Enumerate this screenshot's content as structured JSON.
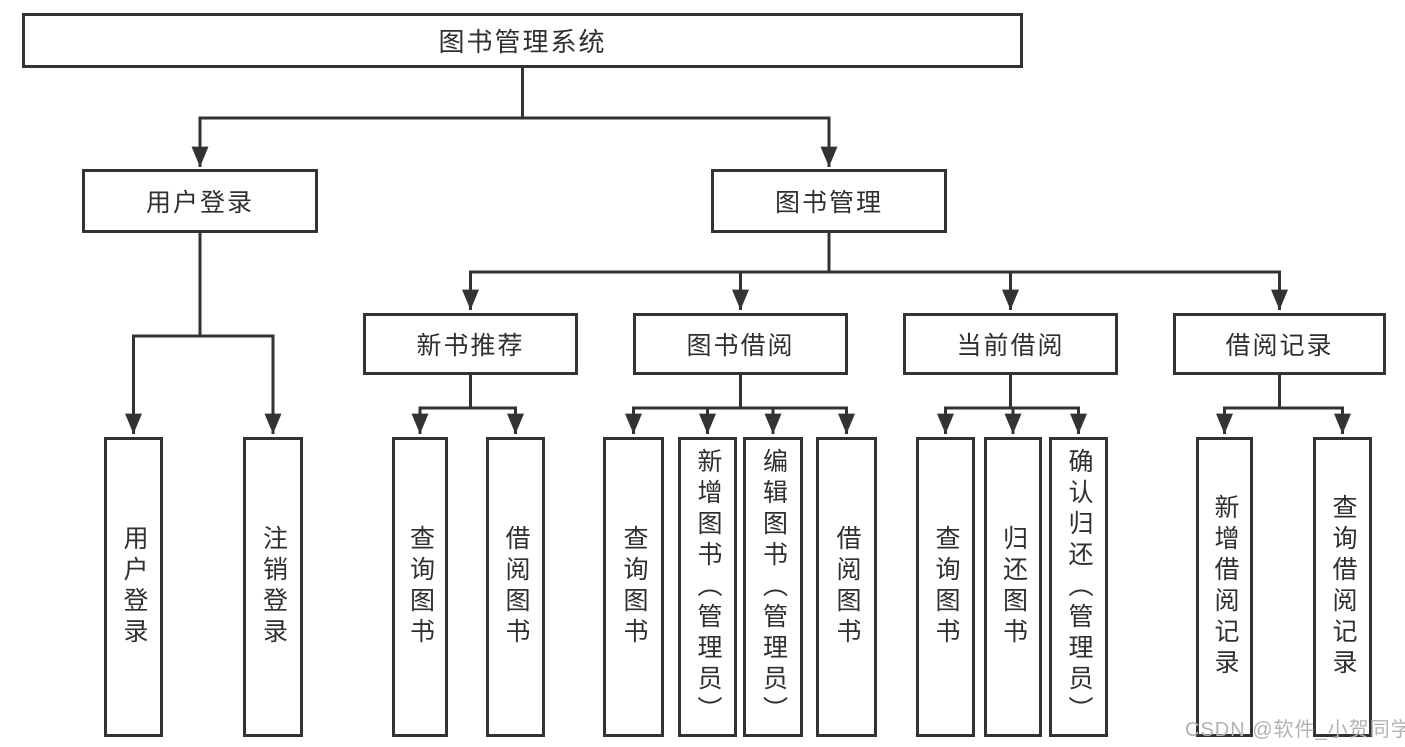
{
  "diagram_title": "图书管理系统",
  "nodes": {
    "root": "图书管理系统",
    "user_login": "用户登录",
    "book_mgmt": "图书管理",
    "new_book_rec": "新书推荐",
    "book_borrow": "图书借阅",
    "current_borrow": "当前借阅",
    "borrow_record": "借阅记录",
    "leaf_user_login": "用户登录",
    "leaf_logout_login": "注销登录",
    "leaf_query_book_a": "查询图书",
    "leaf_borrow_book_a": "借阅图书",
    "leaf_query_book_b": "查询图书",
    "leaf_add_book_admin": "新增图书（管理员）",
    "leaf_edit_book_admin": "编辑图书（管理员）",
    "leaf_borrow_book_b": "借阅图书",
    "leaf_query_book_c": "查询图书",
    "leaf_return_book": "归还图书",
    "leaf_confirm_return_admin": "确认归还（管理员）",
    "leaf_add_borrow_record": "新增借阅记录",
    "leaf_query_borrow_record": "查询借阅记录"
  },
  "hierarchy": {
    "图书管理系统": {
      "用户登录": [
        "用户登录",
        "注销登录"
      ],
      "图书管理": {
        "新书推荐": [
          "查询图书",
          "借阅图书"
        ],
        "图书借阅": [
          "查询图书",
          "新增图书（管理员）",
          "编辑图书（管理员）",
          "借阅图书"
        ],
        "当前借阅": [
          "查询图书",
          "归还图书",
          "确认归还（管理员）"
        ],
        "借阅记录": [
          "新增借阅记录",
          "查询借阅记录"
        ]
      }
    }
  },
  "watermark": "CSDN @软件_小贺同学",
  "colors": {
    "line": "#333333",
    "text": "#2f2f2f",
    "watermark": "#b3b3b3",
    "background": "#ffffff"
  }
}
